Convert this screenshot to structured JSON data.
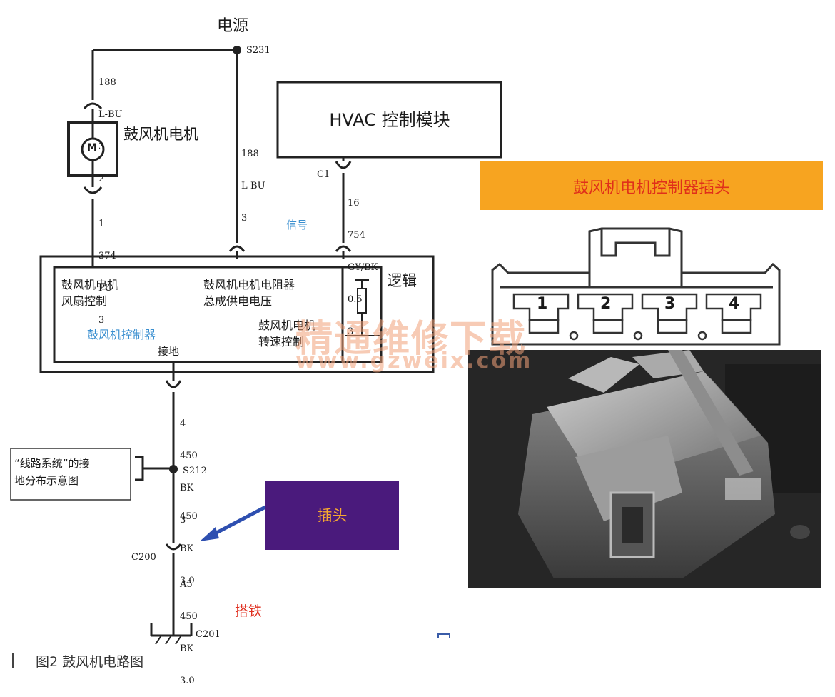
{
  "diagram": {
    "power_title": "电源",
    "splice_top": "S231",
    "wire_motor_top": [
      "188",
      "L-BU",
      "3",
      "2"
    ],
    "wire_supply": [
      "188",
      "L-BU",
      "3"
    ],
    "blower_motor_label": "鼓风机电机",
    "motor_symbol": "M",
    "wire_motor_bottom": [
      "1",
      "374",
      "PU",
      "3"
    ],
    "hvac_module": "HVAC 控制模块",
    "connector_c1": "C1",
    "wire_signal": [
      "16",
      "754",
      "GY/BK",
      "0.5",
      "3"
    ],
    "signal_label": "信号",
    "logic_label": "逻辑",
    "fan_control": [
      "鼓风机电机",
      "风扇控制"
    ],
    "resistor_supply": [
      "鼓风机电机电阻器",
      "总成供电电压"
    ],
    "speed_control": [
      "鼓风机电机",
      "转速控制"
    ],
    "controller_label": "鼓风机控制器",
    "ground_label": "接地",
    "wire_ground1": [
      "4",
      "450",
      "BK",
      "3"
    ],
    "ground_dist": [
      "“线路系统”的接",
      "地分布示意图"
    ],
    "splice_ground": "S212",
    "wire_ground2": [
      "450",
      "BK",
      "3.0"
    ],
    "connector_c200": "C200",
    "wire_ground3": [
      "A5",
      "450",
      "BK",
      "3.0"
    ],
    "ground_point": "C201",
    "ground_red_label": "搭铁",
    "plug_label": "插头"
  },
  "connector_panel": {
    "banner": "鼓风机电机控制器插头",
    "pins": [
      "1",
      "2",
      "3",
      "4"
    ],
    "banner_color": "#f7a420",
    "banner_text_color": "#e0301a"
  },
  "plug_box_color": "#4a1a7c",
  "watermark": {
    "line1": "精通维修下载",
    "line2": "www.gzweix.com"
  },
  "caption": "图2   鼓风机电路图"
}
